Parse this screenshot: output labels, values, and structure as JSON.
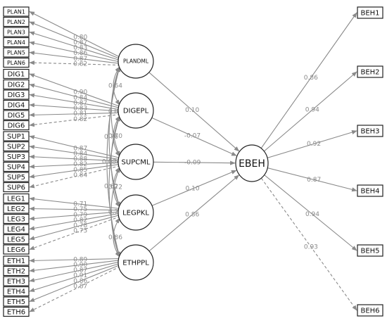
{
  "colors": {
    "line": "#8a8a8a",
    "label": "#8a8a8a",
    "box_stroke": "#222222",
    "text": "#111111"
  },
  "latents": [
    {
      "id": "PLANDML",
      "label": "PLANDML",
      "indicators": [
        "PLAN1",
        "PLAN2",
        "PLAN3",
        "PLAN4",
        "PLAN5",
        "PLAN6"
      ],
      "loadings": [
        "0.80",
        "0.87",
        "0.83",
        "0.86",
        "0.87",
        "0.82"
      ],
      "loading_styles": [
        "solid",
        "solid",
        "solid",
        "solid",
        "solid",
        "dashed"
      ]
    },
    {
      "id": "DIGEPL",
      "label": "DIGEPL",
      "indicators": [
        "DIG1",
        "DIG2",
        "DIG3",
        "DIG4",
        "DIG5",
        "DIG6"
      ],
      "loadings": [
        "0.90",
        "0.84",
        "0.87",
        "0.83",
        "0.81",
        "0.82"
      ],
      "loading_styles": [
        "solid",
        "solid",
        "solid",
        "solid",
        "solid",
        "dashed"
      ]
    },
    {
      "id": "SUPCML",
      "label": "SUPCML",
      "indicators": [
        "SUP1",
        "SUP2",
        "SUP3",
        "SUP4",
        "SUP5",
        "SUP6"
      ],
      "loadings": [
        "0.87",
        "0.84",
        "0.88",
        "0.82",
        "0.85",
        "0.84"
      ],
      "loading_styles": [
        "solid",
        "solid",
        "solid",
        "solid",
        "solid",
        "dashed"
      ]
    },
    {
      "id": "LEGPKL",
      "label": "LEGPKL",
      "indicators": [
        "LEG1",
        "LEG2",
        "LEG3",
        "LEG4",
        "LEG5",
        "LEG6"
      ],
      "loadings": [
        "0.71",
        "0.75",
        "0.79",
        "0.82",
        "0.78",
        "0.75"
      ],
      "loading_styles": [
        "solid",
        "solid",
        "solid",
        "solid",
        "solid",
        "dashed"
      ]
    },
    {
      "id": "ETHPPL",
      "label": "ETHPPL",
      "indicators": [
        "ETH1",
        "ETH2",
        "ETH3",
        "ETH4",
        "ETH5",
        "ETH6"
      ],
      "loadings": [
        "0.89",
        "0.90",
        "0.87",
        "0.91",
        "0.86",
        "0.87"
      ],
      "loading_styles": [
        "solid",
        "solid",
        "solid",
        "solid",
        "solid",
        "dashed"
      ]
    }
  ],
  "correlations": [
    "0.64",
    "0.8",
    "0.76",
    "0.68",
    "0.70",
    "0.5",
    "0.62",
    "0.72",
    "0.7",
    "0.86"
  ],
  "outcome": {
    "id": "EBEH",
    "label": "EBEH"
  },
  "structural_paths": [
    {
      "from": "PLANDML",
      "value": "0.10"
    },
    {
      "from": "DIGEPL",
      "value": "-0.07"
    },
    {
      "from": "SUPCML",
      "value": "-0.09"
    },
    {
      "from": "LEGPKL",
      "value": "0.10"
    },
    {
      "from": "ETHPPL",
      "value": "0.86"
    }
  ],
  "outcome_indicators": [
    "BEH1",
    "BEH2",
    "BEH3",
    "BEH4",
    "BEH5",
    "BEH6"
  ],
  "outcome_loadings": [
    "0.86",
    "0.94",
    "0.92",
    "0.87",
    "0.94",
    "0.93"
  ],
  "outcome_loading_styles": [
    "solid",
    "solid",
    "solid",
    "solid",
    "solid",
    "dashed"
  ]
}
